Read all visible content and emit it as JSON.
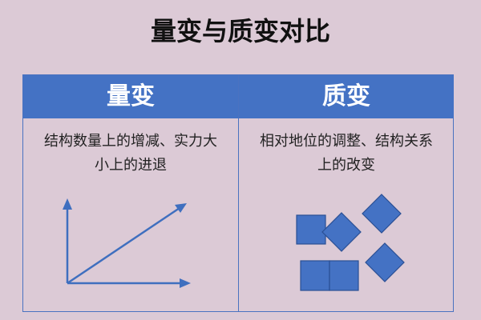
{
  "title": "量变与质变对比",
  "columns": [
    {
      "heading": "量变",
      "description": "结构数量上的增减、实力大小上的进退",
      "graphic": "growth-arrow-chart"
    },
    {
      "heading": "质变",
      "description": "相对地位的调整、结构关系上的改变",
      "graphic": "rearranged-shapes"
    }
  ],
  "colors": {
    "accent": "#4472c4",
    "background": "#dccad6"
  }
}
